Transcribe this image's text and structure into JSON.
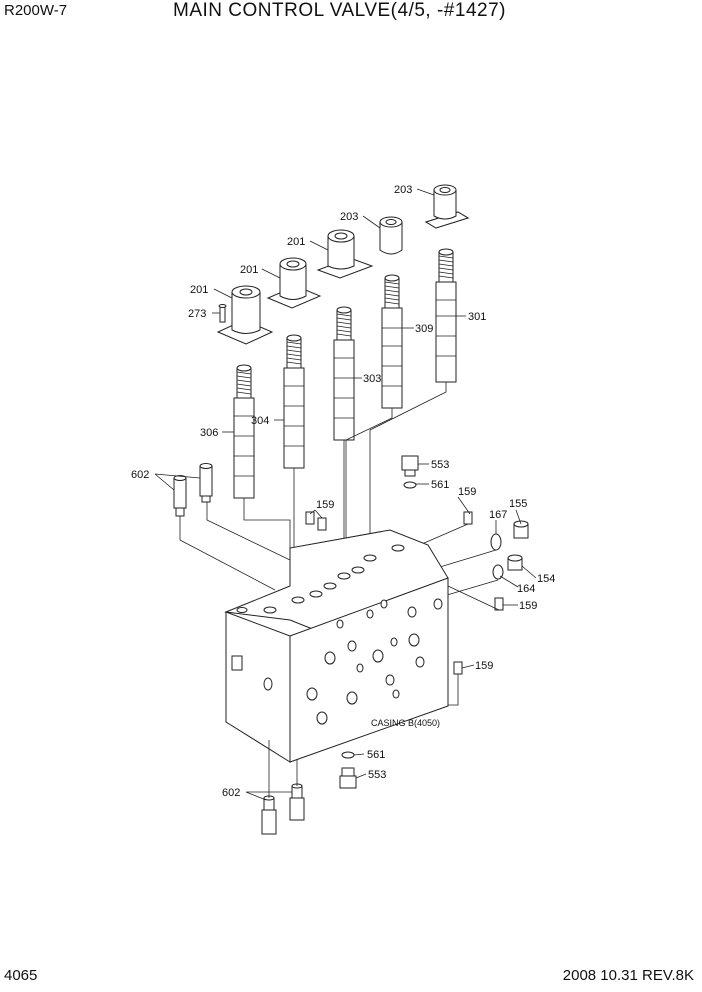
{
  "header": {
    "model": "R200W-7",
    "title": "MAIN CONTROL VALVE(4/5, -#1427)"
  },
  "footer": {
    "page_number": "4065",
    "date_rev": "2008  10.31  REV.8K"
  },
  "diagram": {
    "casing_label": "CASING B(4050)",
    "callouts": {
      "c203a": "203",
      "c203b": "203",
      "c201a": "201",
      "c201b": "201",
      "c201c": "201",
      "c273": "273",
      "c301": "301",
      "c309": "309",
      "c303": "303",
      "c304": "304",
      "c306": "306",
      "c602a": "602",
      "c553a": "553",
      "c561a": "561",
      "c159a": "159",
      "c159b": "159",
      "c155": "155",
      "c167": "167",
      "c164": "164",
      "c154": "154",
      "c159c": "159",
      "c159d": "159",
      "c561b": "561",
      "c553b": "553",
      "c602b": "602"
    }
  }
}
